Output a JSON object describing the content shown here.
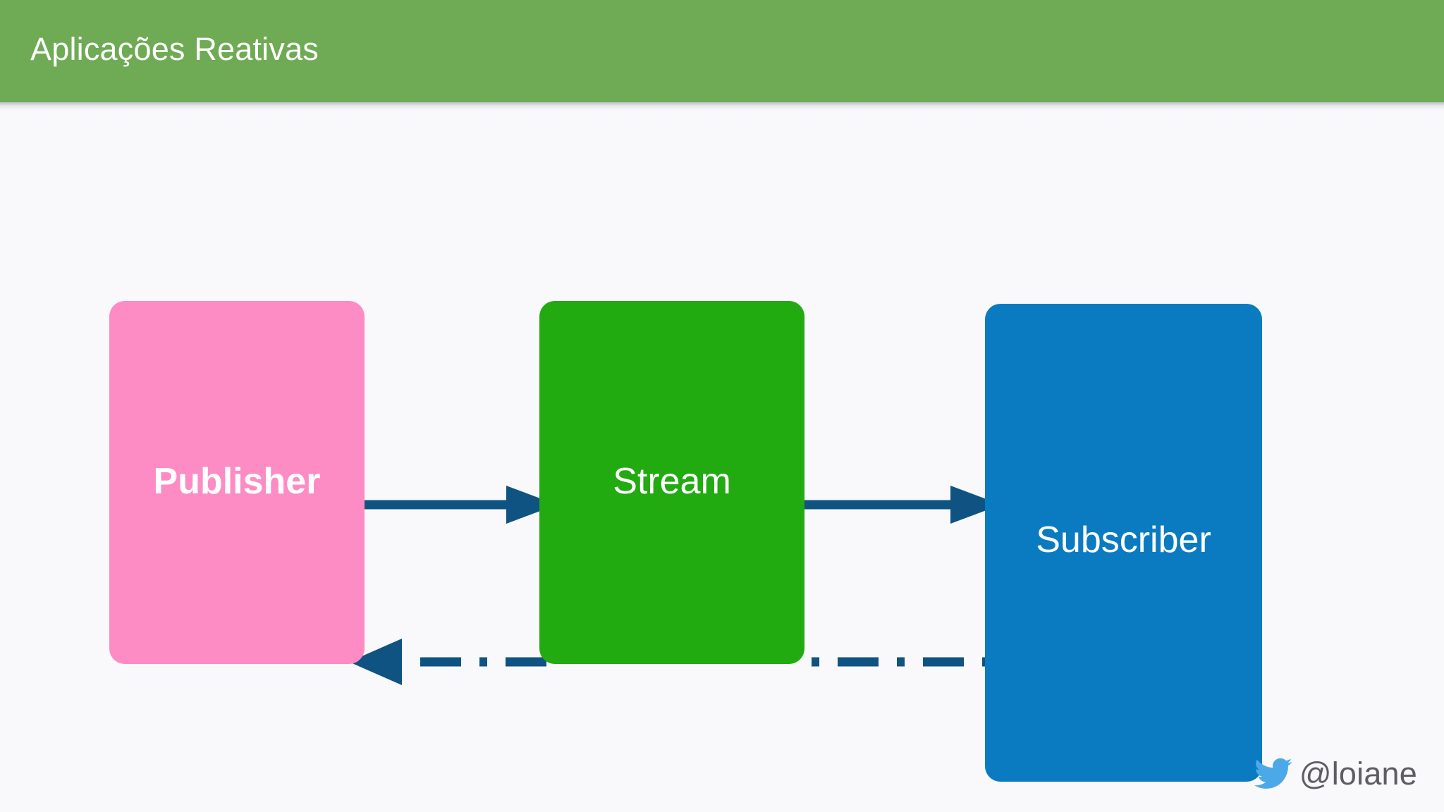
{
  "slide": {
    "title": "Aplicações Reativas",
    "background_color": "#f9f8fb",
    "header_color": "#6eab54",
    "header_text_color": "#ffffff"
  },
  "diagram": {
    "type": "flow",
    "nodes": [
      {
        "id": "publisher",
        "label": "Publisher",
        "color": "#fd8bc4",
        "text_color": "#ffffff",
        "bold": true
      },
      {
        "id": "stream",
        "label": "Stream",
        "color": "#22aa11",
        "text_color": "#ffffff",
        "bold": false
      },
      {
        "id": "subscriber",
        "label": "Subscriber",
        "color": "#0b7bc1",
        "text_color": "#ffffff",
        "bold": false
      }
    ],
    "connectors": [
      {
        "id": "publisher-to-stream",
        "from": "publisher",
        "to": "stream",
        "style": "solid",
        "direction": "right",
        "color": "#0f5383"
      },
      {
        "id": "stream-to-subscriber",
        "from": "stream",
        "to": "subscriber",
        "style": "solid",
        "direction": "right",
        "color": "#0f5383"
      },
      {
        "id": "stream-to-publisher",
        "from": "stream",
        "to": "publisher",
        "style": "dash-dot",
        "direction": "left",
        "color": "#0f5383"
      },
      {
        "id": "subscriber-to-stream",
        "from": "subscriber",
        "to": "stream",
        "style": "dash-dot",
        "direction": "left",
        "color": "#0f5383"
      }
    ]
  },
  "footer": {
    "handle": "@loiane",
    "handle_color": "#5d5d62",
    "twitter_icon_color": "#4ba9e8",
    "twitter_icon_name": "twitter-bird-icon"
  }
}
